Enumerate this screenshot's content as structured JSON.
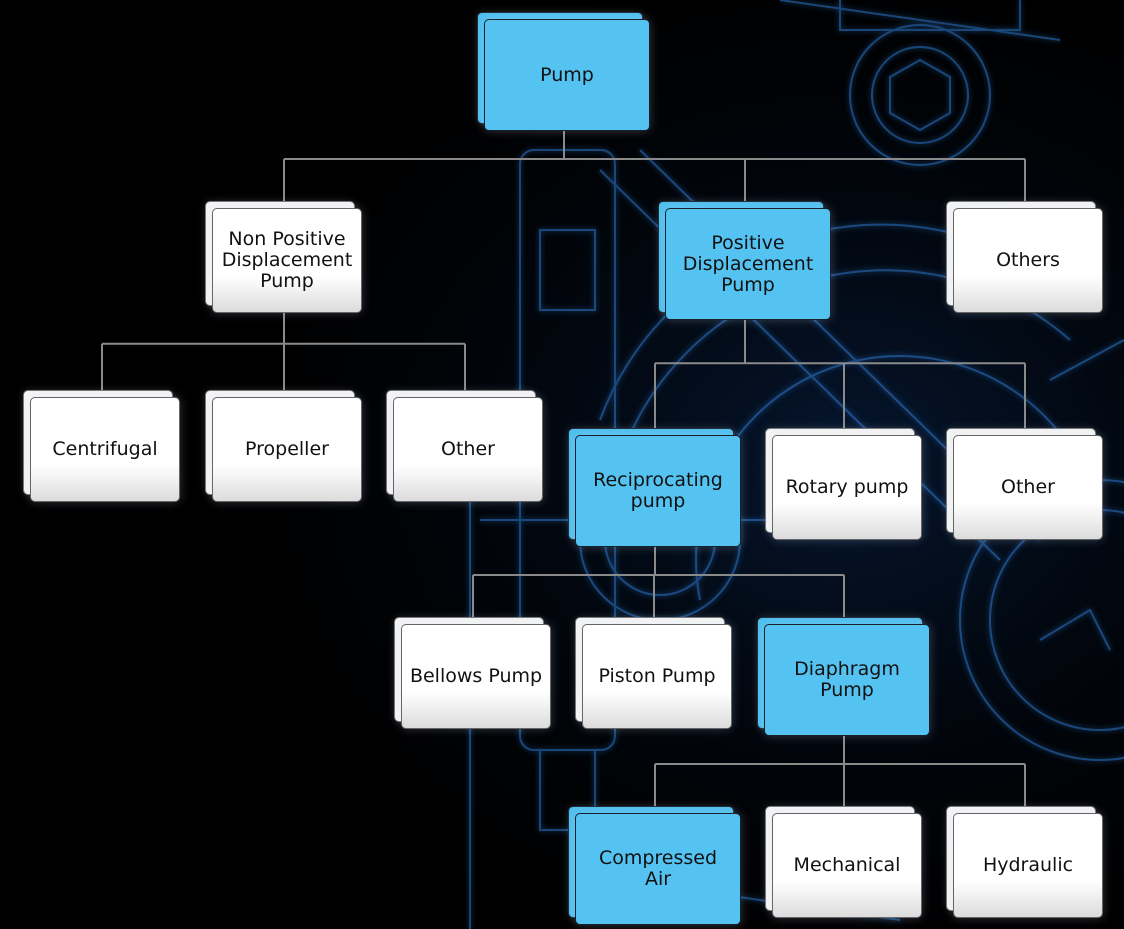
{
  "colors": {
    "background": "#000000",
    "highlight_fill": "#55c3f2",
    "normal_fill": "#ffffff",
    "connector": "#8a8a8a",
    "blueprint_glow": "#3a8ee8"
  },
  "nodes": {
    "pump": {
      "label": "Pump",
      "highlighted": true
    },
    "non_positive": {
      "label": "Non Positive\nDisplacement\nPump",
      "highlighted": false
    },
    "positive": {
      "label": "Positive\nDisplacement\nPump",
      "highlighted": true
    },
    "others_top": {
      "label": "Others",
      "highlighted": false
    },
    "centrifugal": {
      "label": "Centrifugal",
      "highlighted": false
    },
    "propeller": {
      "label": "Propeller",
      "highlighted": false
    },
    "other_np": {
      "label": "Other",
      "highlighted": false
    },
    "reciprocating": {
      "label": "Reciprocating\npump",
      "highlighted": true
    },
    "rotary": {
      "label": "Rotary pump",
      "highlighted": false
    },
    "other_p": {
      "label": "Other",
      "highlighted": false
    },
    "bellows": {
      "label": "Bellows Pump",
      "highlighted": false
    },
    "piston": {
      "label": "Piston Pump",
      "highlighted": false
    },
    "diaphragm": {
      "label": "Diaphragm\nPump",
      "highlighted": true
    },
    "compressed_air": {
      "label": "Compressed\nAir",
      "highlighted": true
    },
    "mechanical": {
      "label": "Mechanical",
      "highlighted": false
    },
    "hydraulic": {
      "label": "Hydraulic",
      "highlighted": false
    }
  },
  "edges": [
    [
      "pump",
      "non_positive"
    ],
    [
      "pump",
      "positive"
    ],
    [
      "pump",
      "others_top"
    ],
    [
      "non_positive",
      "centrifugal"
    ],
    [
      "non_positive",
      "propeller"
    ],
    [
      "non_positive",
      "other_np"
    ],
    [
      "positive",
      "reciprocating"
    ],
    [
      "positive",
      "rotary"
    ],
    [
      "positive",
      "other_p"
    ],
    [
      "reciprocating",
      "bellows"
    ],
    [
      "reciprocating",
      "piston"
    ],
    [
      "reciprocating",
      "diaphragm"
    ],
    [
      "diaphragm",
      "compressed_air"
    ],
    [
      "diaphragm",
      "mechanical"
    ],
    [
      "diaphragm",
      "hydraulic"
    ]
  ]
}
